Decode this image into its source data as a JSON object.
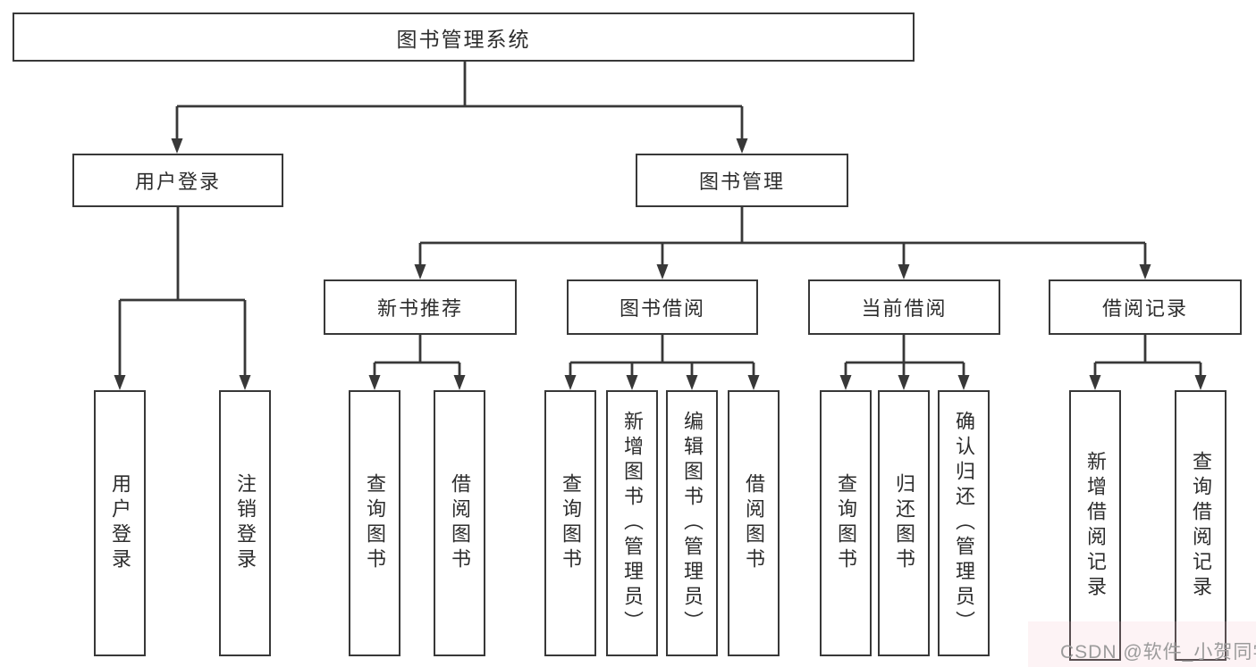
{
  "diagram": {
    "title": "图书管理系统",
    "watermark": "CSDN @软件_小贺同学",
    "colors": {
      "line": "#383838",
      "box_border": "#383838",
      "box_background": "#ffffff",
      "text": "#2d2d2d",
      "watermark_text": "#9b9b9b",
      "page_background": "#ffffff"
    },
    "nodes": {
      "root": {
        "label": "图书管理系统"
      },
      "user_login": {
        "label": "用户登录"
      },
      "book_mgmt": {
        "label": "图书管理"
      },
      "new_book_rec": {
        "label": "新书推荐"
      },
      "book_borrow": {
        "label": "图书借阅"
      },
      "current_borrow": {
        "label": "当前借阅"
      },
      "borrow_records": {
        "label": "借阅记录"
      },
      "leaf_user_login": {
        "label": "用户登录"
      },
      "leaf_logout": {
        "label": "注销登录"
      },
      "leaf_query_book_1": {
        "label": "查询图书"
      },
      "leaf_borrow_book_1": {
        "label": "借阅图书"
      },
      "leaf_query_book_2": {
        "label": "查询图书"
      },
      "leaf_add_book": {
        "label": "新增图书（管理员）"
      },
      "leaf_edit_book": {
        "label": "编辑图书（管理员）"
      },
      "leaf_borrow_book_2": {
        "label": "借阅图书"
      },
      "leaf_query_book_3": {
        "label": "查询图书"
      },
      "leaf_return_book": {
        "label": "归还图书"
      },
      "leaf_confirm_return": {
        "label": "确认归还（管理员）"
      },
      "leaf_add_record": {
        "label": "新增借阅记录"
      },
      "leaf_query_record": {
        "label": "查询借阅记录"
      }
    },
    "hierarchy": {
      "root": [
        "user_login",
        "book_mgmt"
      ],
      "user_login": [
        "leaf_user_login",
        "leaf_logout"
      ],
      "book_mgmt": [
        "new_book_rec",
        "book_borrow",
        "current_borrow",
        "borrow_records"
      ],
      "new_book_rec": [
        "leaf_query_book_1",
        "leaf_borrow_book_1"
      ],
      "book_borrow": [
        "leaf_query_book_2",
        "leaf_add_book",
        "leaf_edit_book",
        "leaf_borrow_book_2"
      ],
      "current_borrow": [
        "leaf_query_book_3",
        "leaf_return_book",
        "leaf_confirm_return"
      ],
      "borrow_records": [
        "leaf_add_record",
        "leaf_query_record"
      ]
    }
  }
}
